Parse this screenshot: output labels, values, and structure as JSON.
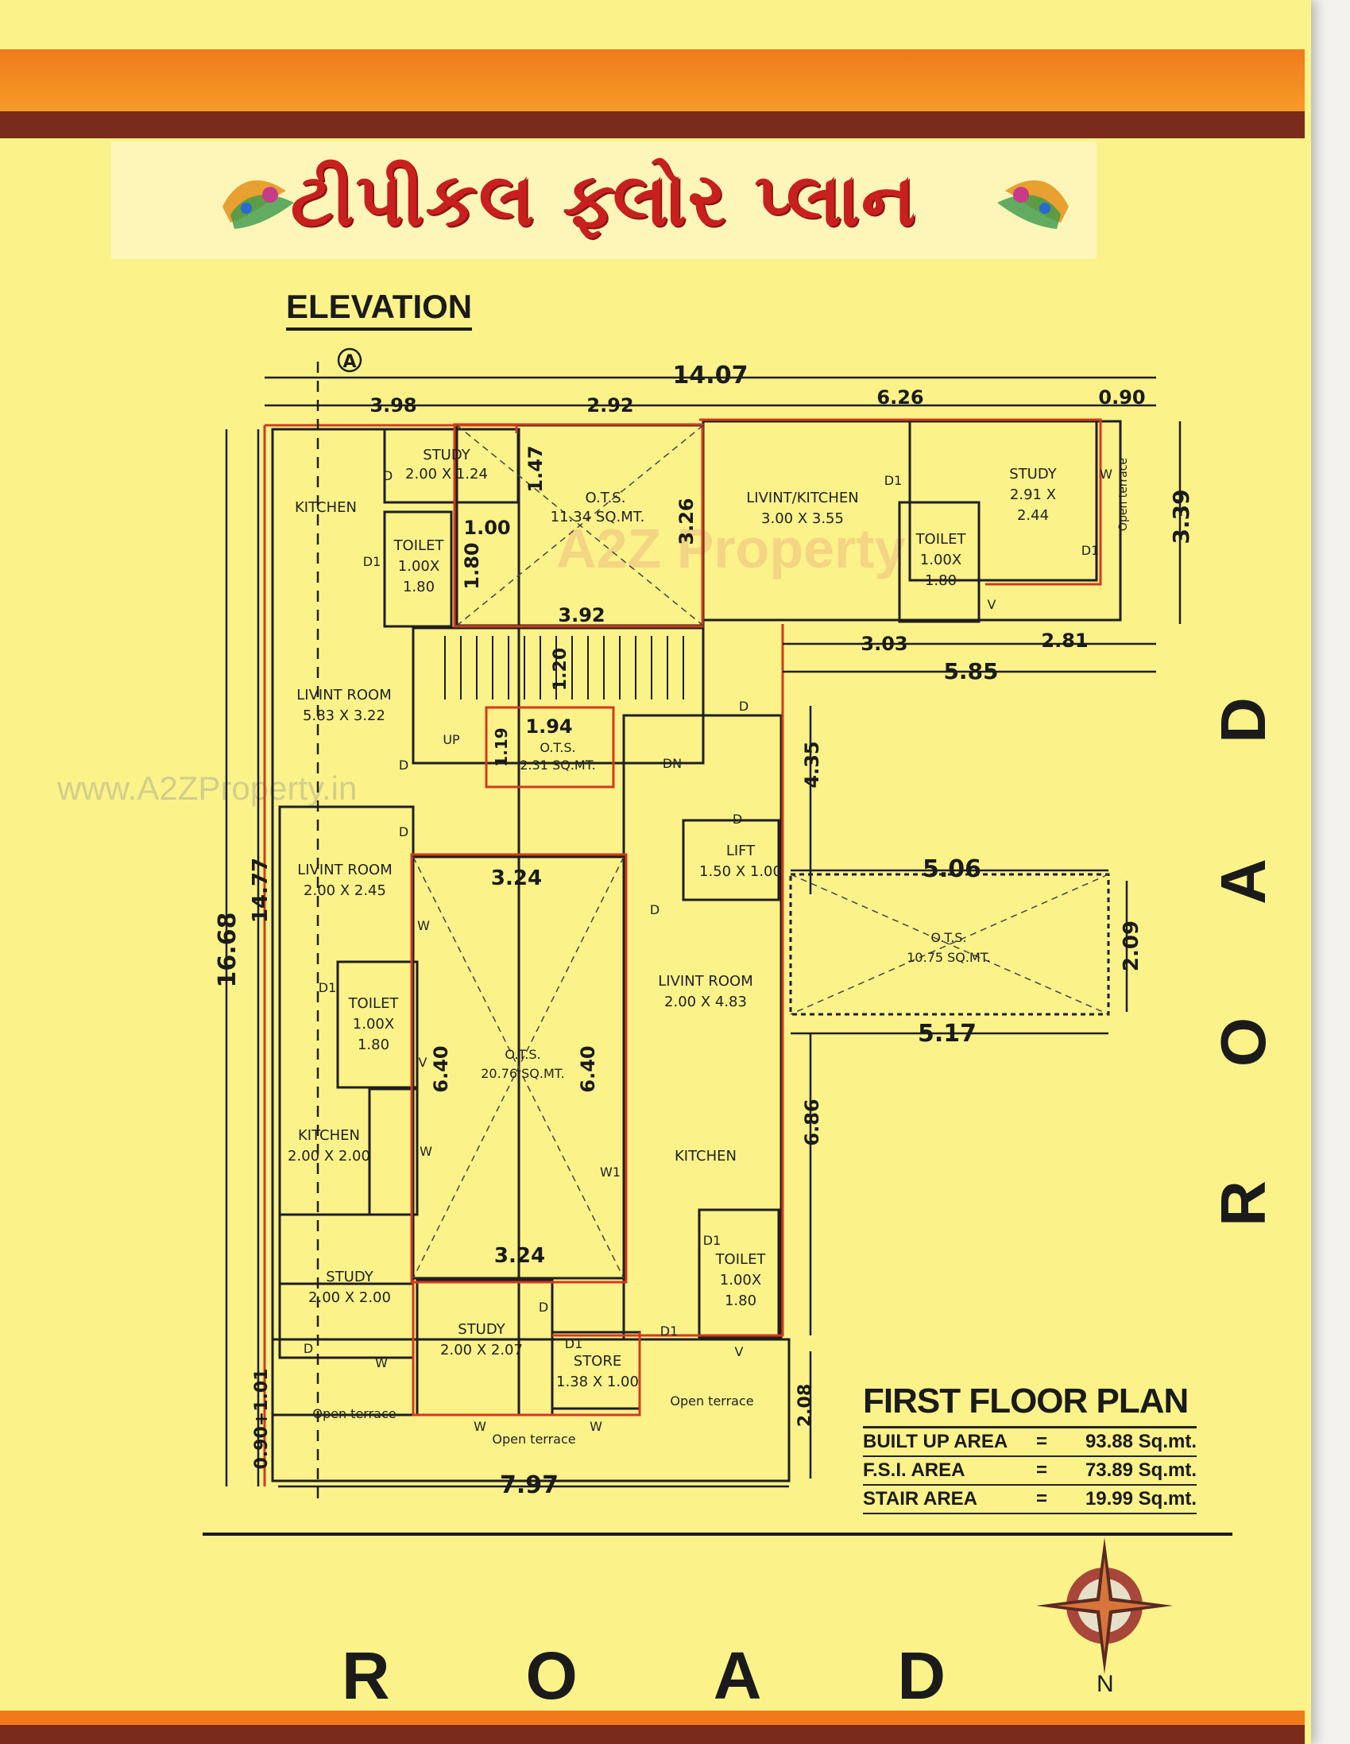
{
  "header": {
    "title": "ટીપીકલ ફ્લોર પ્લાન",
    "elevation_label": "ELEVATION",
    "marker": "A"
  },
  "watermark": {
    "url": "www.A2ZProperty.in",
    "logo": "A2Z Property"
  },
  "dimensions": {
    "overall_width": "14.07",
    "top_1": "3.98",
    "top_2": "2.92",
    "top_3": "6.26",
    "top_4": "0.90",
    "right_height": "3.39",
    "ots_top_v": "1.47",
    "ots_top_h": "1.00",
    "ots_top_v2": "1.80",
    "ots_top_right": "3.26",
    "ots_top_bottom": "3.92",
    "stair_v": "1.20",
    "ots_small_w": "1.94",
    "ots_small_h": "1.19",
    "step_a": "3.03",
    "step_b": "2.81",
    "step_total": "5.85",
    "right_v1": "4.35",
    "ots_right_top": "5.06",
    "ots_right_h": "2.09",
    "ots_right_bottom": "5.17",
    "right_v2": "6.86",
    "right_v3": "2.08",
    "left_total": "16.68",
    "left_inner": "14.77",
    "left_bottom": "0.90+1.01",
    "bottom_width": "7.97",
    "court_top": "3.24",
    "court_bottom": "3.24",
    "court_left": "6.40",
    "court_right": "6.40"
  },
  "rooms": {
    "study_top": [
      "STUDY",
      "2.00 X 1.24"
    ],
    "kitchen_top": [
      "KITCHEN"
    ],
    "toilet_top": [
      "TOILET",
      "1.00X",
      "1.80"
    ],
    "ots_top": [
      "O.T.S.",
      "11.34 SQ.MT."
    ],
    "livint_kitchen": [
      "LIVINT/KITCHEN",
      "3.00 X 3.55"
    ],
    "study_right": [
      "STUDY",
      "2.91 X",
      "2.44"
    ],
    "toilet_right": [
      "TOILET",
      "1.00X",
      "1.80"
    ],
    "open_terrace_right": [
      "Open terrace"
    ],
    "livint_room_left": [
      "LIVINT ROOM",
      "5.83 X 3.22"
    ],
    "ots_small": [
      "O.T.S.",
      "2.31 SQ.MT."
    ],
    "lift": [
      "LIFT",
      "1.50 X 1.00"
    ],
    "ots_right": [
      "O.T.S.",
      "10.75 SQ.MT."
    ],
    "livint_room_mid": [
      "LIVINT ROOM",
      "2.00 X 2.45"
    ],
    "toilet_mid": [
      "TOILET",
      "1.00X",
      "1.80"
    ],
    "ots_court": [
      "O.T.S.",
      "20.76 SQ.MT."
    ],
    "livint_room_right": [
      "LIVINT ROOM",
      "2.00 X 4.83"
    ],
    "kitchen_mid": [
      "KITCHEN",
      "2.00 X 2.00"
    ],
    "kitchen_right": [
      "KITCHEN"
    ],
    "toilet_bottom": [
      "TOILET",
      "1.00X",
      "1.80"
    ],
    "study_bottom_left": [
      "STUDY",
      "2.00 X 2.00"
    ],
    "study_bottom_mid": [
      "STUDY",
      "2.00 X 2.07"
    ],
    "store": [
      "STORE",
      "1.38 X 1.00"
    ],
    "open_terrace_left": [
      "Open terrace"
    ],
    "open_terrace_mid": [
      "Open terrace"
    ],
    "open_terrace_bottom_right": [
      "Open terrace"
    ]
  },
  "marks": {
    "up": "UP",
    "dn": "DN",
    "d": "D",
    "d1": "D1",
    "w": "W",
    "w1": "W1",
    "v": "V"
  },
  "plan_info": {
    "title": "FIRST FLOOR PLAN",
    "rows": [
      {
        "name": "BUILT UP AREA",
        "eq": "=",
        "value": "93.88 Sq.mt."
      },
      {
        "name": "F.S.I. AREA",
        "eq": "=",
        "value": "73.89 Sq.mt."
      },
      {
        "name": "STAIR AREA",
        "eq": "=",
        "value": "19.99 Sq.mt."
      }
    ]
  },
  "road": {
    "bottom": [
      "R",
      "O",
      "A",
      "D"
    ],
    "right": [
      "D",
      "A",
      "O",
      "R"
    ]
  },
  "compass": {
    "north": "N"
  },
  "colors": {
    "page": "#fbf28a",
    "band_orange": "#f07a1a",
    "band_brown": "#7a2b1c",
    "title": "#c8201e",
    "wall_red": "#d23a1e"
  }
}
